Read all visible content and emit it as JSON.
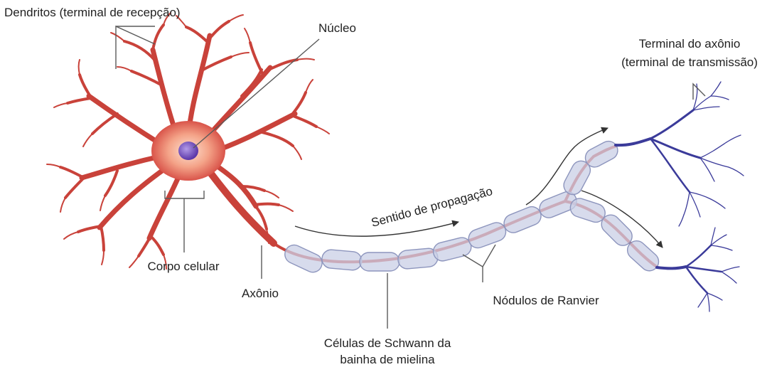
{
  "labels": {
    "dendrites": "Dendritos (terminal de recepção)",
    "nucleus": "Núcleo",
    "axon_terminal_line1": "Terminal do axônio",
    "axon_terminal_line2": "(terminal de transmissão)",
    "propagation": "Sentido de propagação",
    "cell_body": "Corpo celular",
    "axon": "Axônio",
    "nodes": "Nódulos de Ranvier",
    "schwann_line1": "Células de Schwann da",
    "schwann_line2": "bainha de mielina"
  },
  "colors": {
    "neuron": "#c9423a",
    "cell_body_glow": "#f6b49a",
    "nucleus": "#7a55c6",
    "myelin": "#c9cfe6",
    "axon_terminal": "#3b3b9a",
    "text": "#222222"
  }
}
